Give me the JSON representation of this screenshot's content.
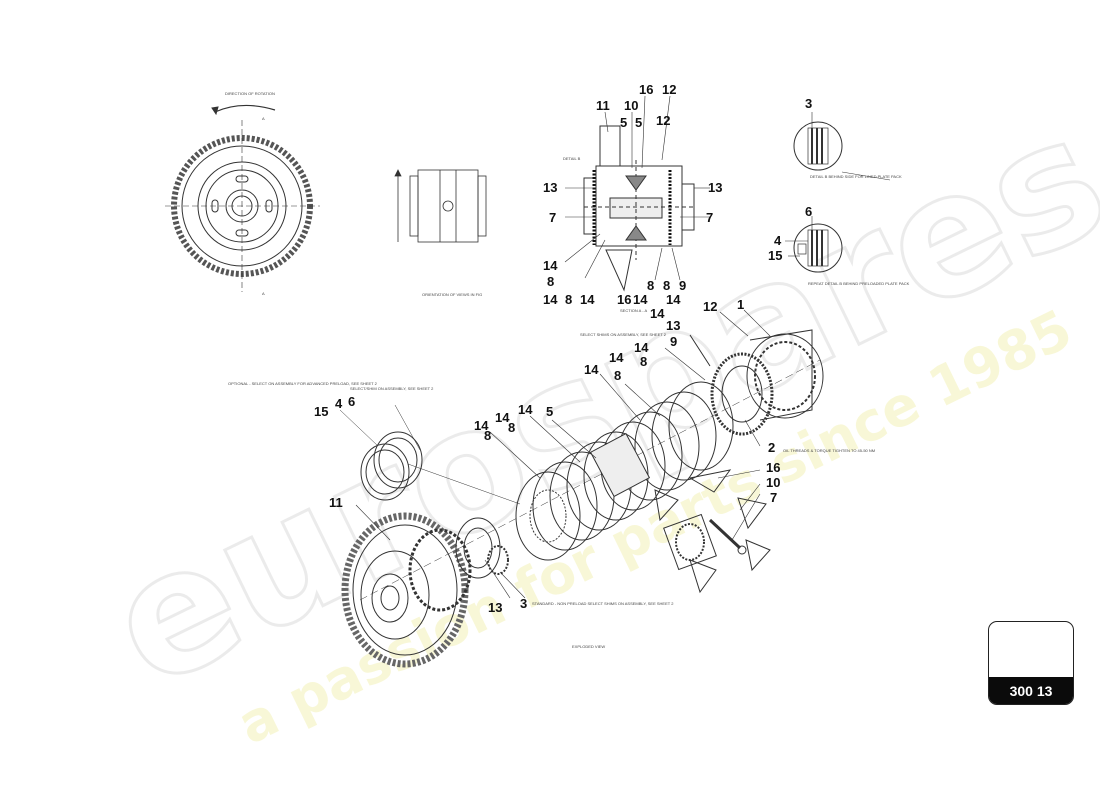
{
  "reference_code": "300 13",
  "watermark": {
    "brand": "eurospares",
    "slogan": "a passion for parts since 1985"
  },
  "notes": {
    "direction_rotation": "DIRECTION OF ROTATION",
    "section_a_top": "A",
    "section_a_bottom": "A",
    "detail_b": "DETAIL B",
    "section_aa": "SECTION A - A",
    "orientation_view": "ORIENTATION OF VIEWS IN FIG",
    "select_shims": "SELECT SHIMS ON ASSEMBLY, SEE SHEET 2",
    "optional_select": "OPTIONAL - SELECT ON ASSEMBLY FOR ADVANCED PRELOAD, SEE SHEET 2",
    "select_preload": "SELECT/SHIM ON ASSEMBLY, SEE SHEET 2",
    "detail_plate_pack_1": "DETAIL B BEHIND SIDE FOR LINED PLATE PACK",
    "detail_plate_pack_2": "REPEAT DETAIL B BEHIND PRELOADED PLATE PACK",
    "tighten_note": "OIL THREADS & TORQUE TIGHTEN TO 45-50 NM",
    "standard_note": "STANDARD - NON PRELOAD SELECT SHIMS ON ASSEMBLY, SEE SHEET 2",
    "exploded_view": "EXPLODED VIEW"
  },
  "callouts": {
    "s11": "11",
    "s10": "10",
    "s5a": "5",
    "s16": "16",
    "s5b": "5",
    "s12a": "12",
    "s12b": "12",
    "s13l": "13",
    "s13r": "13",
    "s7l": "7",
    "s7r": "7",
    "s14a": "14",
    "s8a": "8",
    "s14b": "14",
    "s8b": "8",
    "s14c": "14",
    "s16b": "16",
    "s14d": "14",
    "s8c": "8",
    "s8d": "8",
    "s9": "9",
    "s14e": "14",
    "s14f": "14",
    "d3": "3",
    "d6": "6",
    "d4": "4",
    "d15": "15",
    "e12": "12",
    "e1": "1",
    "e13": "13",
    "e9": "9",
    "e14a": "14",
    "e8a": "8",
    "e14b": "14",
    "e8b": "8",
    "e14c": "14",
    "e14d": "14",
    "e14e": "14",
    "e8c": "8",
    "e8d": "8",
    "e5": "5",
    "e14f": "14",
    "e15": "15",
    "e4": "4",
    "e6": "6",
    "e2": "2",
    "e16": "16",
    "e10": "10",
    "e7": "7",
    "e11": "11",
    "e13b": "13",
    "e3": "3"
  }
}
